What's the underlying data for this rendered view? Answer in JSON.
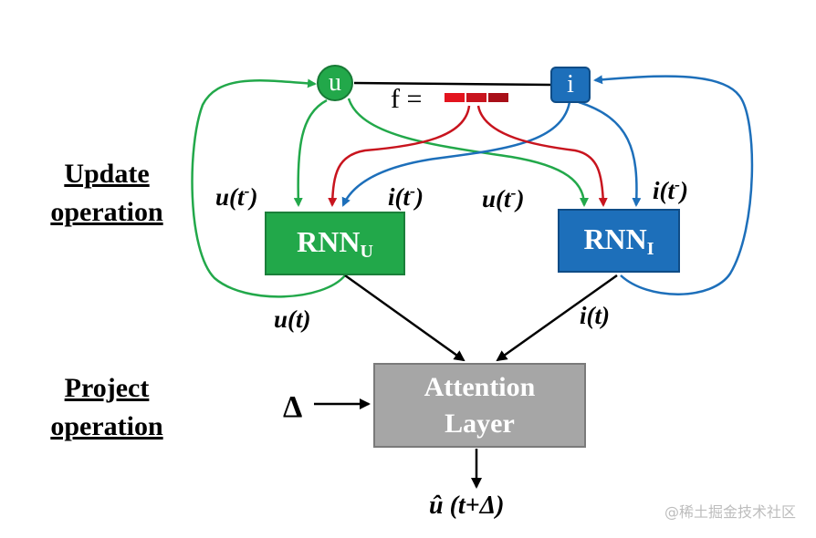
{
  "labels": {
    "update_line1": "Update",
    "update_line2": "operation",
    "project_line1": "Project",
    "project_line2": "operation",
    "u_node": "u",
    "i_node": "i",
    "f_eq": "f =",
    "rnn_u_main": "RNN",
    "rnn_u_sub": "U",
    "rnn_i_main": "RNN",
    "rnn_i_sub": "I",
    "u_prev_left": "u(t",
    "i_prev_mid": "i(t",
    "u_prev_mid": "u(t",
    "i_prev_right": "i(t",
    "minus_sup": "-",
    "close_paren": ")",
    "u_t": "u(t)",
    "i_t": "i(t)",
    "delta": "Δ",
    "attention_line1": "Attention",
    "attention_line2": "Layer",
    "output": "û (t+Δ)",
    "watermark": "@稀土掘金技术社区"
  },
  "colors": {
    "green": "#22a84a",
    "blue": "#1d6fba",
    "red": "#c8141e",
    "gray": "#a6a6a6",
    "black": "#000000"
  }
}
